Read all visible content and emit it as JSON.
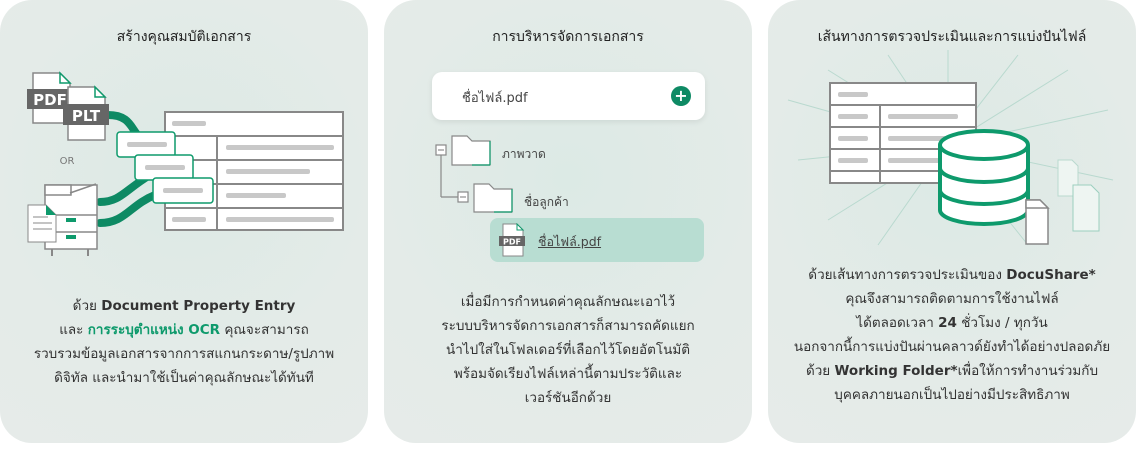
{
  "cards": [
    {
      "title": "สร้างคุณสมบัติเอกสาร",
      "illustration": {
        "doc1": "PDF",
        "doc2": "PLT",
        "or": "OR"
      },
      "lines": [
        {
          "a": "ด้วย ",
          "b": "Document Property Entry"
        },
        {
          "a": "และ ",
          "g": "การระบุตำแหน่ง OCR",
          "c": "  คุณจะสามารถ"
        },
        {
          "a": "รวบรวมข้อมูลเอกสารจากการสแกนกระดาษ/รูปภาพ"
        },
        {
          "a": "ดิจิทัล และนำมาใช้เป็นค่าคุณลักษณะได้ทันที"
        }
      ]
    },
    {
      "title": "การบริหารจัดการเอกสาร",
      "file_input": "ชื่อไฟล์.pdf",
      "add_icon": "plus-circle-icon",
      "tree": {
        "folder1": "ภาพวาด",
        "folder2": "ชื่อลูกค้า",
        "file": "ชื่อไฟล์.pdf",
        "file_badge": "PDF"
      },
      "lines": [
        "เมื่อมีการกำหนดค่าคุณลักษณะเอาไว้",
        "ระบบบริหารจัดการเอกสารก็สามารถคัดแยก",
        "นำไปใส่ในโฟลเดอร์ที่เลือกไว้โดยอัตโนมัติ",
        "พร้อมจัดเรียงไฟล์เหล่านี้ตามประวัติและ",
        "เวอร์ชันอีกด้วย"
      ]
    },
    {
      "title": "เส้นทางการตรวจประเมินและการแบ่งปันไฟล์",
      "lines": [
        {
          "a": "ด้วยเส้นทางการตรวจประเมินของ ",
          "b": "DocuShare*"
        },
        {
          "a": "คุณจึงสามารถติดตามการใช้งานไฟล์"
        },
        {
          "a": "ได้ตลอดเวลา ",
          "b": "24",
          "c": " ชั่วโมง / ทุกวัน"
        },
        {
          "a": "นอกจากนี้การแบ่งปันผ่านคลาวด์ยังทำได้อย่างปลอดภัย"
        },
        {
          "a": "ด้วย ",
          "b": "Working Folder*",
          "c": "เพื่อให้การทำงานร่วมกับ"
        },
        {
          "a": "บุคคลภายนอกเป็นไปอย่างมีประสิทธิภาพ"
        }
      ]
    }
  ],
  "colors": {
    "accent": "#0e9a6c",
    "card_bg": "#e4ebe8",
    "selected": "#b8ddd2"
  }
}
